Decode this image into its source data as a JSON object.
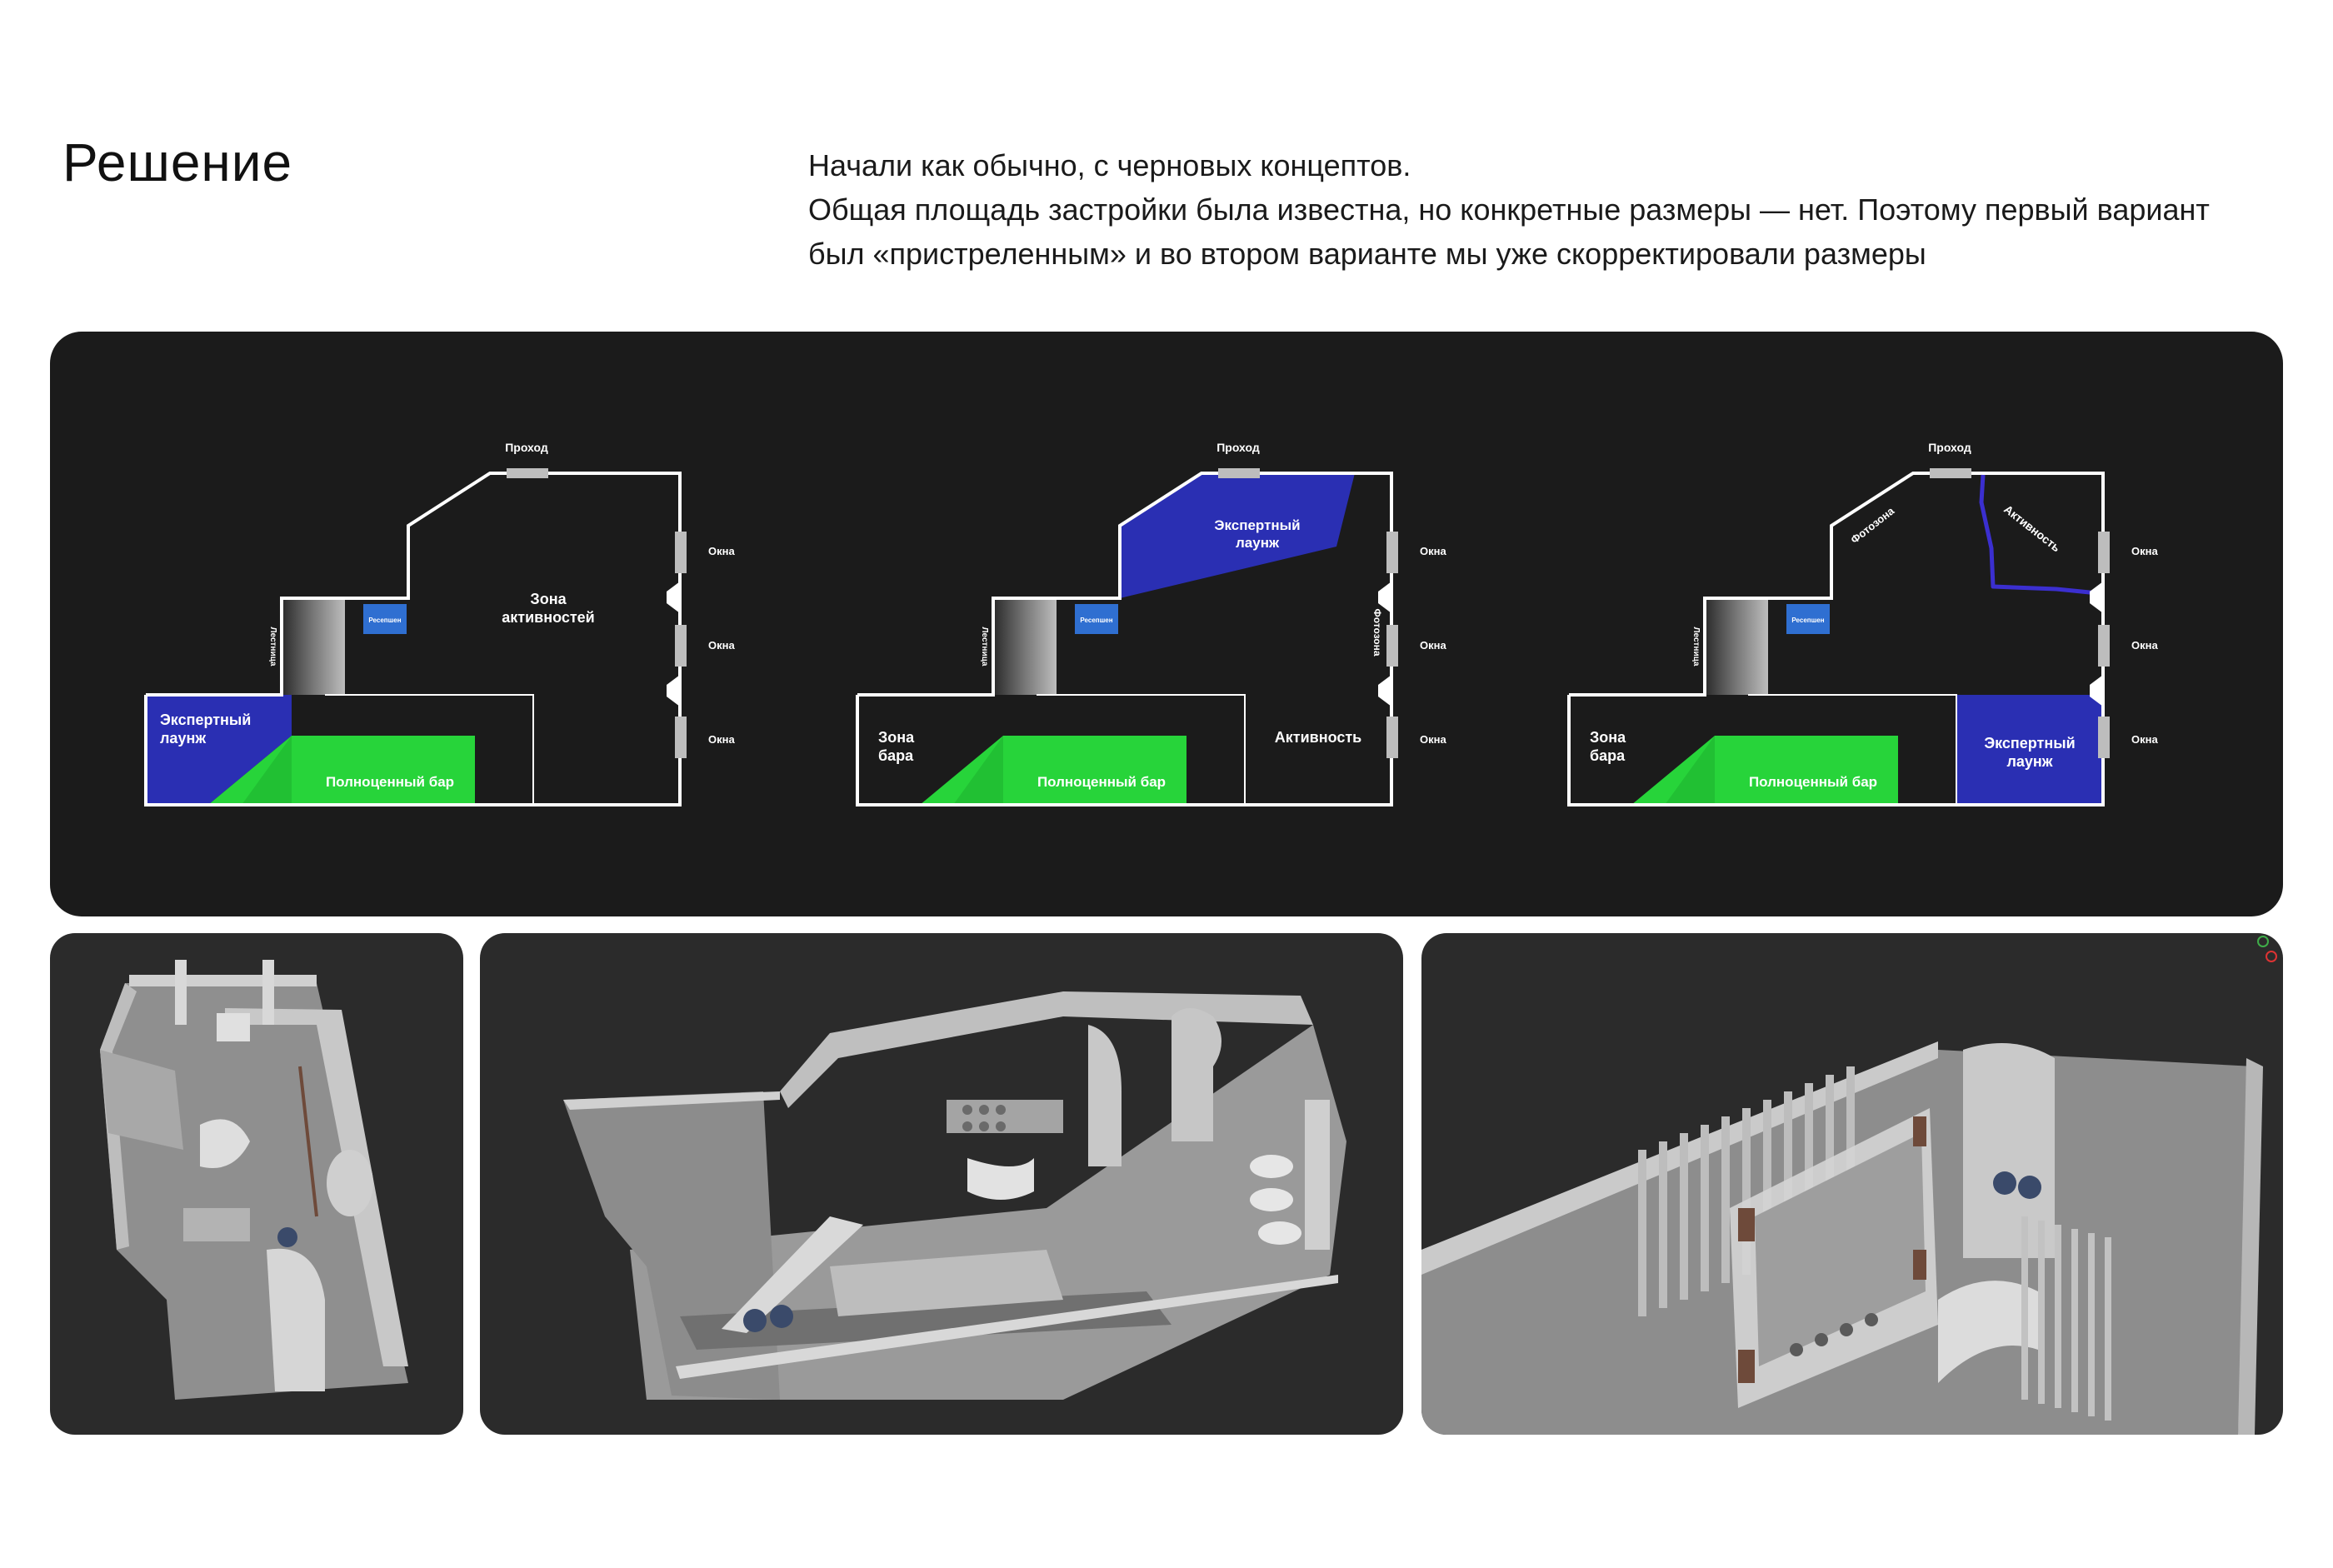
{
  "header": {
    "title": "Решение",
    "intro_line_1": "Начали как обычно, с черновых концептов.",
    "intro_line_2": "Общая площадь застройки была известна, но конкретные размеры — нет. Поэтому первый вариант",
    "intro_line_3": "был «пристреленным» и во втором варианте мы уже скорректировали размеры"
  },
  "colors": {
    "panel_bg": "#1b1b1b",
    "render_bg": "#2b2b2b",
    "lounge_blue": "#2a2fb3",
    "bar_green": "#27d43a",
    "reception_blue": "#2f6fd1",
    "activity_line": "#3b2fd0"
  },
  "plans": [
    {
      "passage": "Проход",
      "windows": [
        "Окна",
        "Окна",
        "Окна"
      ],
      "stairs": "Лестница",
      "reception": "Ресепшен",
      "activities_1": "Зона",
      "activities_2": "активностей",
      "lounge_1": "Экспертный",
      "lounge_2": "лаунж",
      "bar": "Полноценный бар"
    },
    {
      "passage": "Проход",
      "windows": [
        "Окна",
        "Окна",
        "Окна"
      ],
      "stairs": "Лестница",
      "reception": "Ресепшен",
      "lounge_1": "Экспертный",
      "lounge_2": "лаунж",
      "photozone": "Фотозона",
      "bar_zone_1": "Зона",
      "bar_zone_2": "бара",
      "activity": "Активность",
      "bar": "Полноценный бар"
    },
    {
      "passage": "Проход",
      "windows": [
        "Окна",
        "Окна",
        "Окна"
      ],
      "stairs": "Лестница",
      "reception": "Ресепшен",
      "photozone": "Фотозона",
      "activity": "Активность",
      "bar_zone_1": "Зона",
      "bar_zone_2": "бара",
      "lounge_1": "Экспертный",
      "lounge_2": "лаунж",
      "bar": "Полноценный бар"
    }
  ]
}
